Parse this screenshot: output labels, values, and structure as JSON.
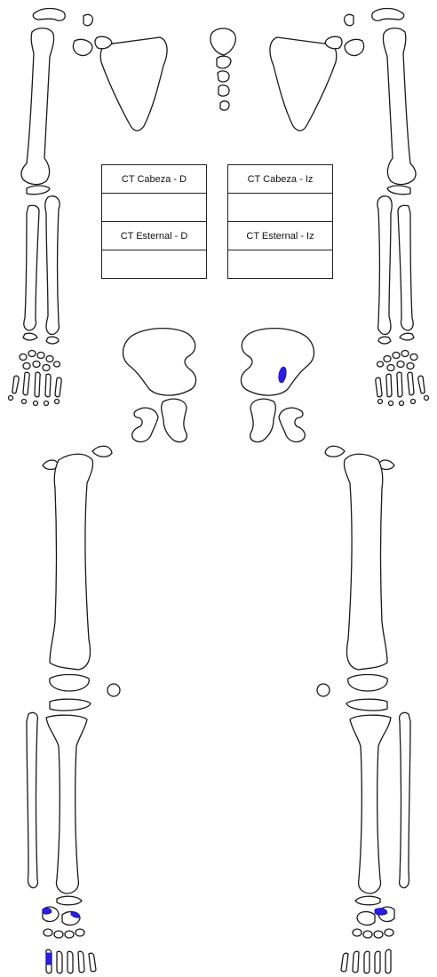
{
  "tables": {
    "right_side": {
      "head_label": "CT Cabeza - D",
      "head_value": "",
      "sternal_label": "CT Esternal - D",
      "sternal_value": ""
    },
    "left_side": {
      "head_label": "CT Cabeza - Iz",
      "head_value": "",
      "sternal_label": "CT Esternal - Iz",
      "sternal_value": ""
    }
  },
  "colors": {
    "outline": "#1a1a1a",
    "marked_region": "#2a1fe0"
  }
}
